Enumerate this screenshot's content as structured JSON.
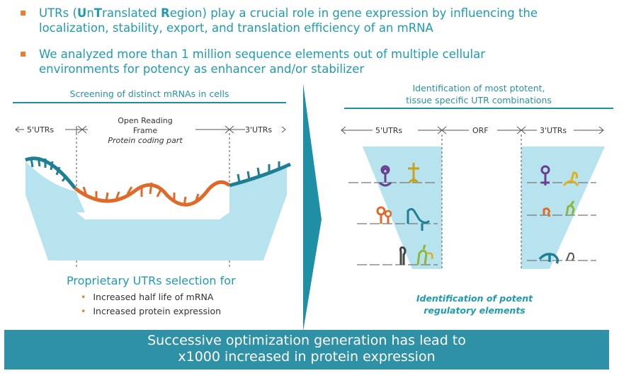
{
  "bullets": [
    {
      "pre": "UTRs (",
      "b1": "U",
      "m1": "n",
      "b2": "T",
      "m2": "ranslated ",
      "b3": "R",
      "post": "egion) play a crucial role in gene expression by influencing the",
      "line2": "localization, stability, export, and translation efficiency of an mRNA"
    },
    {
      "line1": "We analyzed more than 1 million sequence elements out of multiple cellular",
      "line2": "environments for potency as enhancer and/or stabilizer"
    }
  ],
  "left_panel": {
    "header": "Screening of distinct mRNAs in cells",
    "utr5": "5'UTRs",
    "orf_line1": "Open Reading",
    "orf_line2": "Frame",
    "orf_sub": "Protein coding part",
    "utr3": "3'UTRs",
    "title": "Proprietary UTRs selection for",
    "items": [
      "Increased half life of mRNA",
      "Increased protein expression"
    ]
  },
  "right_panel": {
    "header_line1": "Identification of most ptotent,",
    "header_line2": "tissue specific UTR combinations",
    "utr5": "5'UTRs",
    "orf": "ORF",
    "utr3": "3'UTRs",
    "caption_line1": "Identification of potent",
    "caption_line2": "regulatory elements"
  },
  "banner": {
    "line1": "Successive optimization generation has lead to",
    "line2": "x1000 increased in protein expression"
  },
  "colors": {
    "teal": "#1f9bb0",
    "orange": "#f07a2a",
    "light_blue": "#b7e3ee",
    "banner": "#2f91a6"
  }
}
